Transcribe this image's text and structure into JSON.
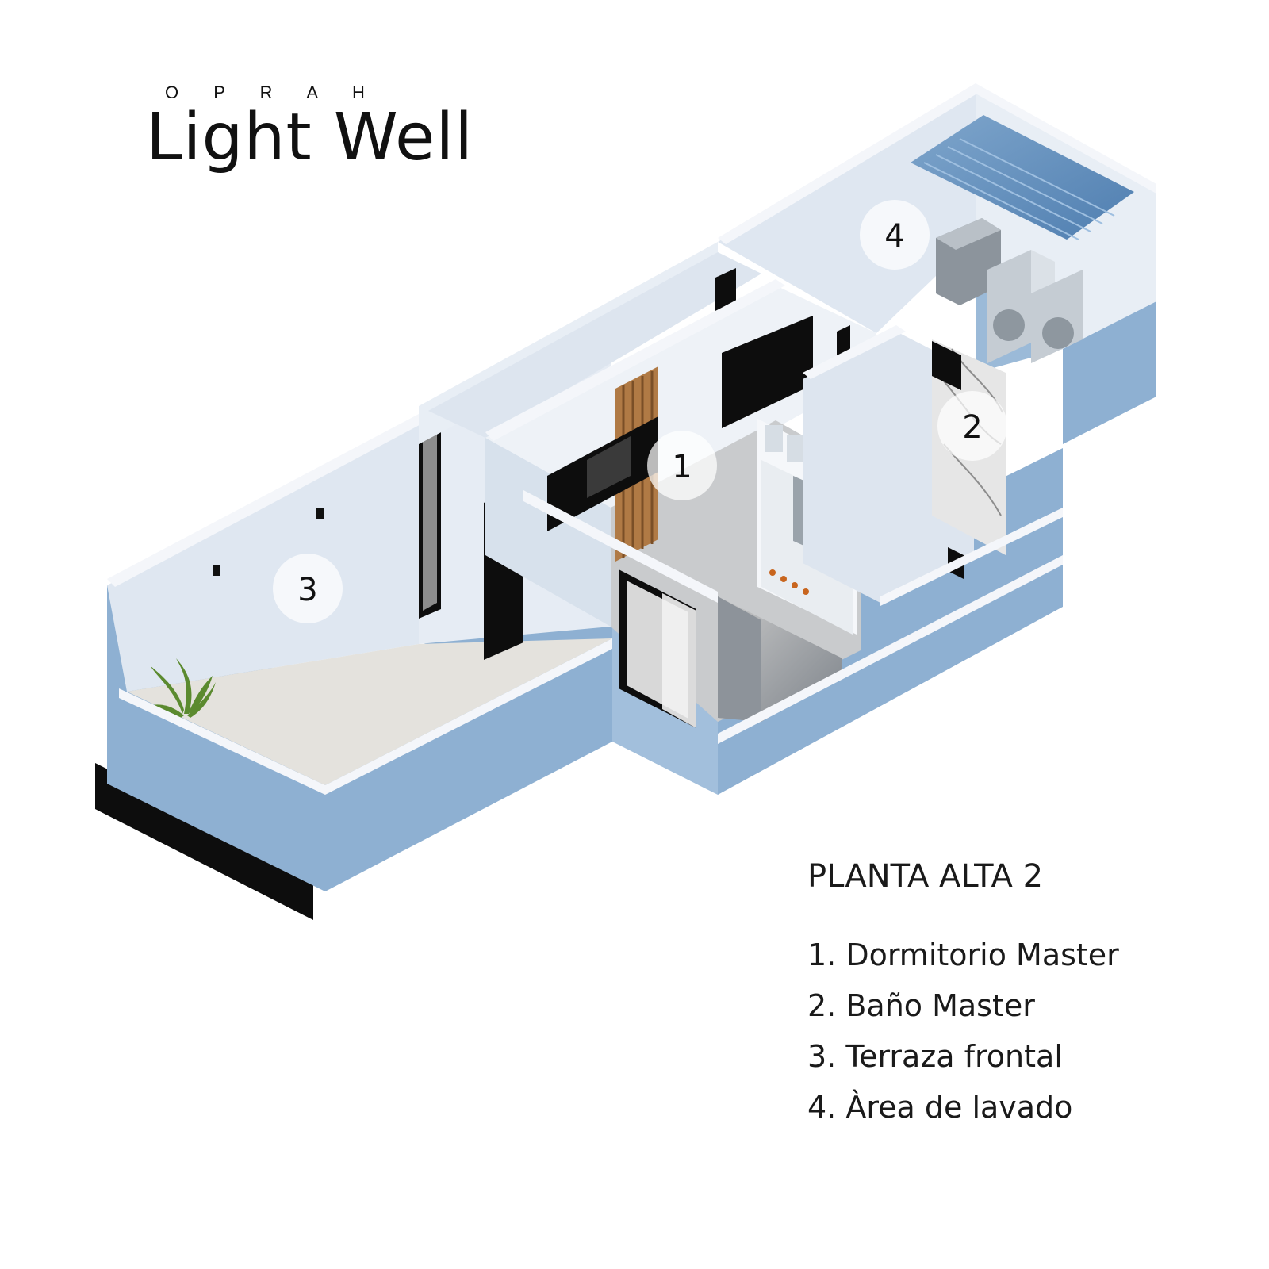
{
  "brand": "O P R A H",
  "title": "Light Well",
  "legend": {
    "heading": "PLANTA ALTA 2",
    "items": [
      "1. Dormitorio Master",
      "2. Baño Master",
      "3. Terraza frontal",
      "4. Àrea de lavado"
    ]
  },
  "plan": {
    "markers": [
      "1",
      "2",
      "3",
      "4"
    ]
  },
  "colors": {
    "wall_face": "#8eb0d2",
    "wall_inner": "#dfe7f1",
    "wall_top": "#f4f6fa",
    "floor": "#e3e3e3",
    "black": "#0d0d0d"
  }
}
